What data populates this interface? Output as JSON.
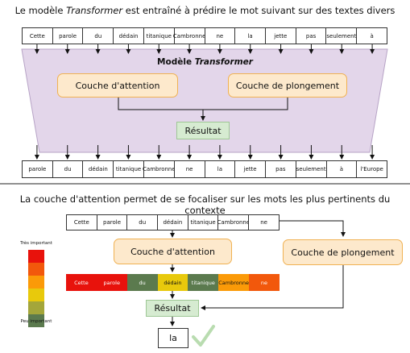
{
  "top": {
    "title_pre": "Le modèle ",
    "title_em": "Transformer",
    "title_post": " est entraîné à prédire le mot suivant sur des textes divers",
    "input_tokens": [
      "Cette",
      "parole",
      "du",
      "dédain",
      "titanique",
      "Cambronne",
      "ne",
      "la",
      "jette",
      "pas",
      "seulement",
      "à"
    ],
    "model_label_pre": "Modèle ",
    "model_label_em": "Transformer",
    "attention_label": "Couche d'attention",
    "embedding_label": "Couche de plongement",
    "result_label": "Résultat",
    "output_tokens": [
      "parole",
      "du",
      "dédain",
      "titanique",
      "Cambronne",
      "ne",
      "la",
      "jette",
      "pas",
      "seulement",
      "à",
      "l'Europe"
    ]
  },
  "bottom": {
    "title": "La couche d'attention permet de se focaliser sur les mots les plus pertinents du contexte",
    "input_tokens": [
      "Cette",
      "parole",
      "du",
      "dédain",
      "titanique",
      "Cambronne",
      "ne"
    ],
    "attention_label": "Couche d'attention",
    "embedding_label": "Couche de plongement",
    "result_label": "Résultat",
    "prediction": "la",
    "check_icon": "check-icon",
    "legend": {
      "top_label": "Très important",
      "bottom_label": "Peu important",
      "colors": [
        "#e8120c",
        "#f2580c",
        "#fb9a08",
        "#e8c90c",
        "#a4a63a",
        "#5b7a4e"
      ]
    },
    "weighted_tokens": [
      {
        "word": "Cette",
        "color": "#e8120c",
        "text_color": "#ffffff"
      },
      {
        "word": "parole",
        "color": "#e8120c",
        "text_color": "#ffffff"
      },
      {
        "word": "du",
        "color": "#5b7a4e",
        "text_color": "#ffffff"
      },
      {
        "word": "dédain",
        "color": "#e8c90c",
        "text_color": "#111111"
      },
      {
        "word": "titanique",
        "color": "#5b7a4e",
        "text_color": "#ffffff"
      },
      {
        "word": "Cambronne",
        "color": "#fb9a08",
        "text_color": "#111111"
      },
      {
        "word": "ne",
        "color": "#f2580c",
        "text_color": "#ffffff"
      }
    ]
  }
}
